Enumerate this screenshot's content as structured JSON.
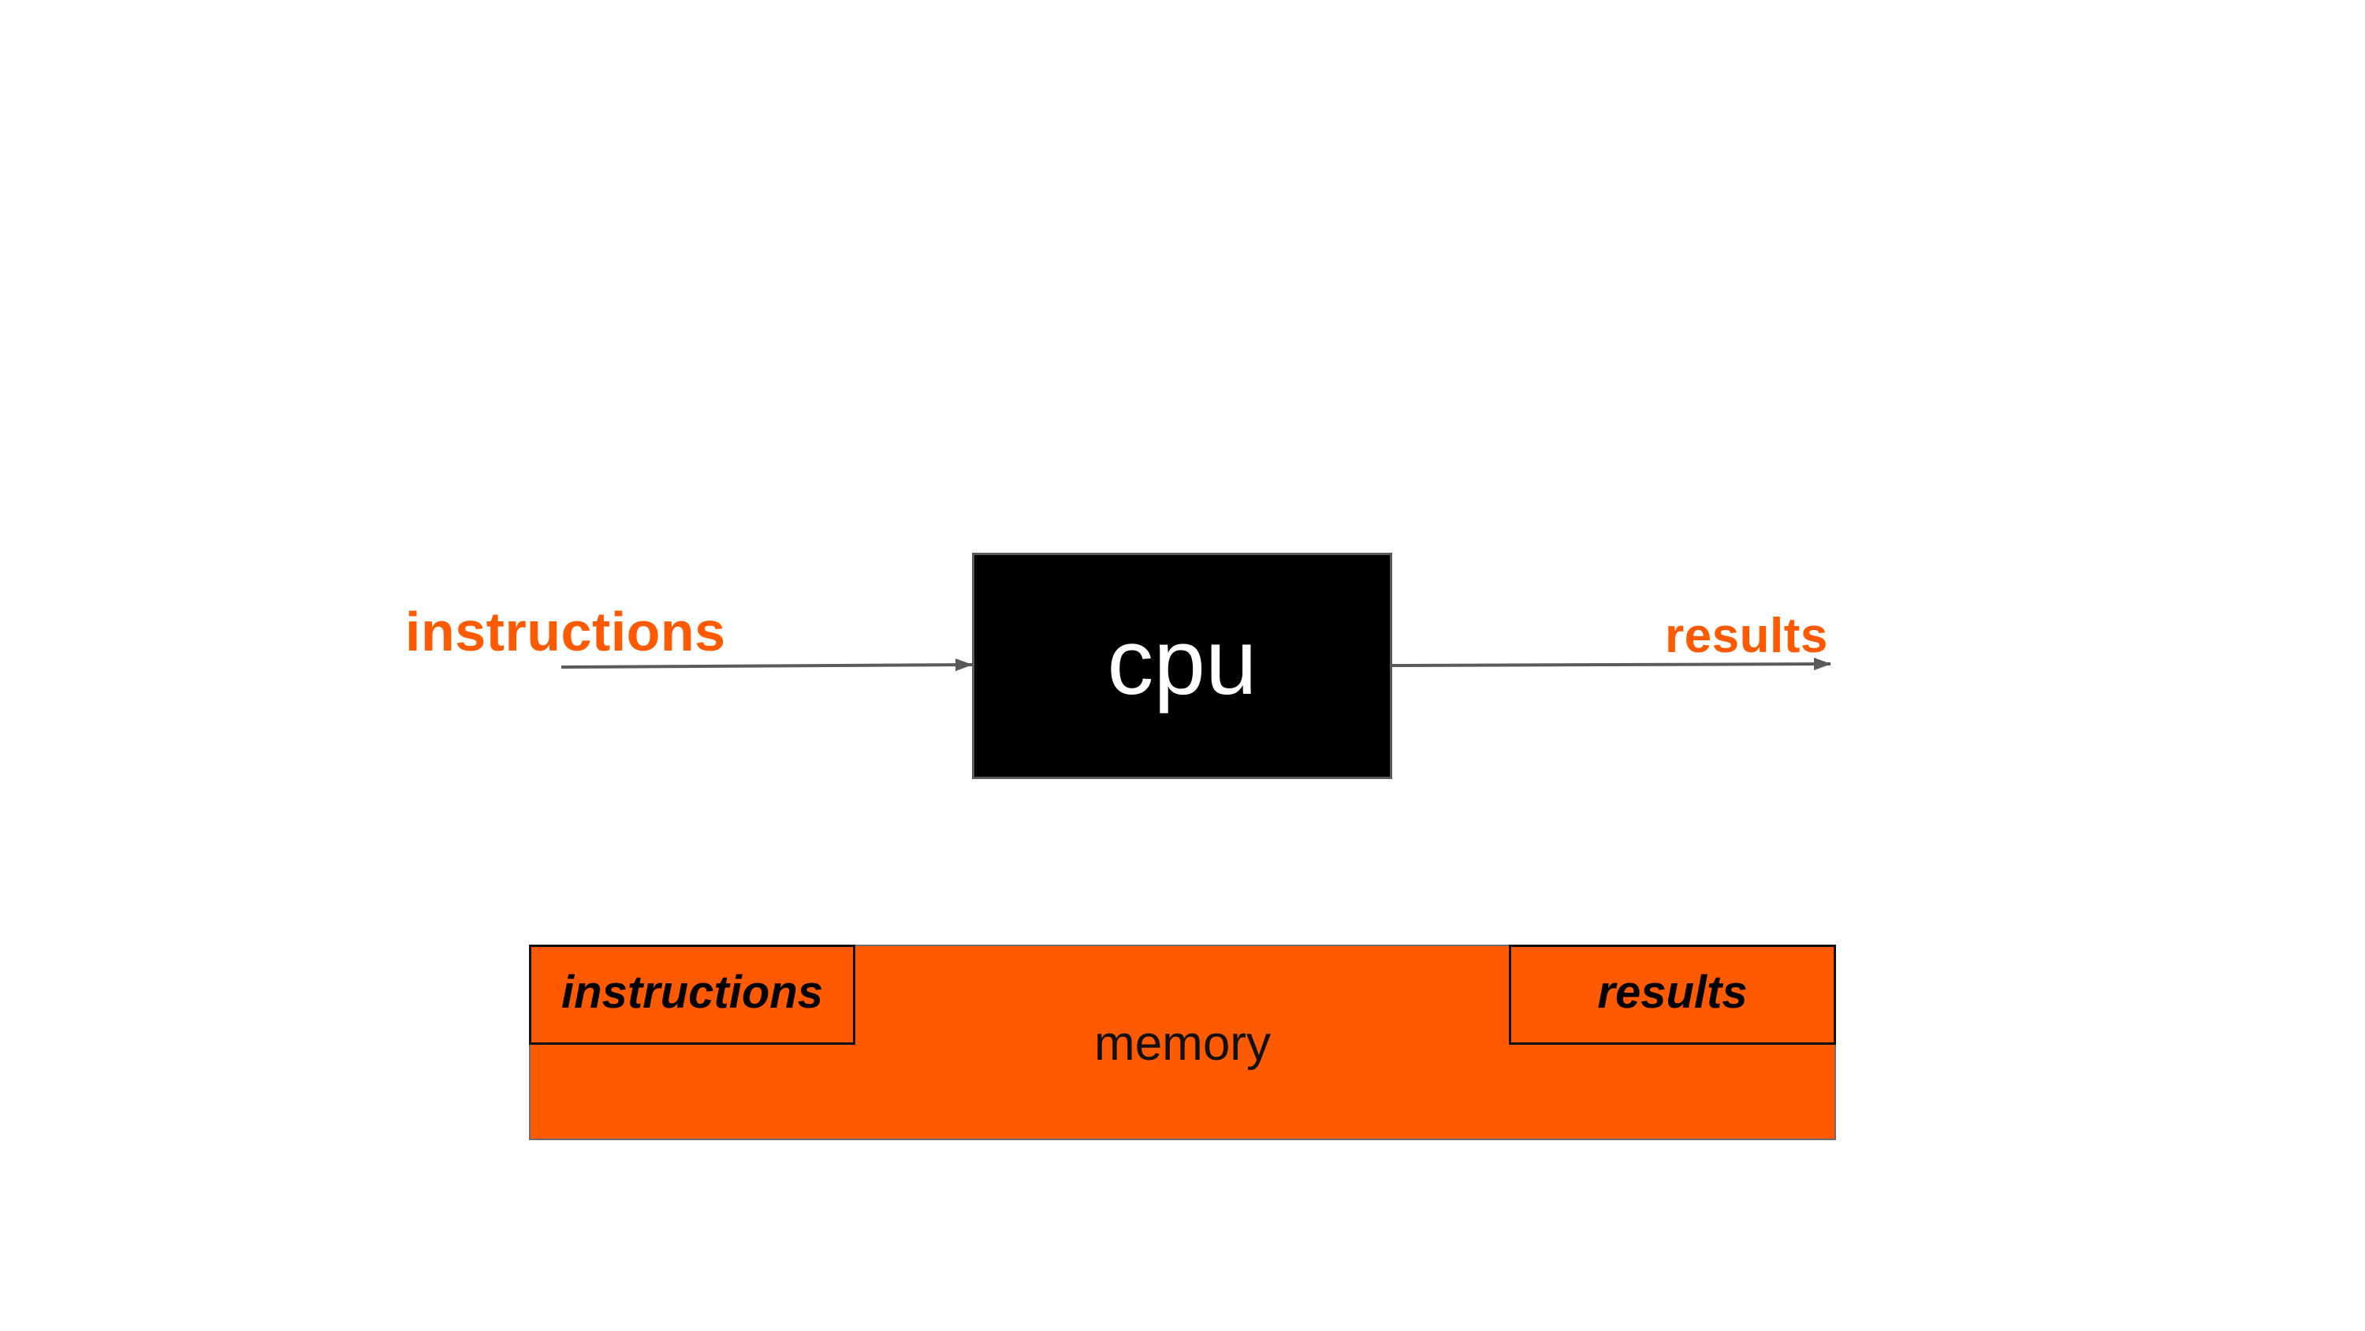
{
  "diagram": {
    "input_label": "instructions",
    "output_label": "results",
    "cpu": {
      "label": "cpu"
    },
    "memory": {
      "label": "memory",
      "regions": [
        {
          "label": "instructions"
        },
        {
          "label": "results"
        }
      ]
    },
    "edges": [
      {
        "from": "instructions",
        "to": "cpu"
      },
      {
        "from": "cpu",
        "to": "results"
      }
    ]
  },
  "colors": {
    "accent": "#FF5A00",
    "cpu_fill": "#000000",
    "arrow": "#5a5a5a",
    "background": "#FFFFFF"
  }
}
